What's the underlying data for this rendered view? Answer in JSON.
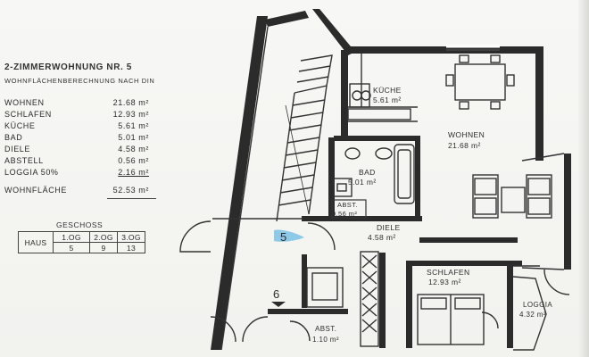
{
  "header": {
    "title": "2-ZIMMERWOHNUNG NR. 5",
    "subtitle": "WOHNFLÄCHENBERECHNUNG NACH DIN"
  },
  "areas": [
    {
      "room": "WOHNEN",
      "value": "21.68 m²"
    },
    {
      "room": "SCHLAFEN",
      "value": "12.93 m²"
    },
    {
      "room": "KÜCHE",
      "value": "5.61 m²"
    },
    {
      "room": "BAD",
      "value": "5.01 m²"
    },
    {
      "room": "DIELE",
      "value": "4.58 m²"
    },
    {
      "room": "ABSTELL",
      "value": "0.56 m²"
    },
    {
      "room": "LOGGIA 50%",
      "value": "2.16 m²"
    }
  ],
  "total": {
    "label": "WOHNFLÄCHE",
    "value": "52.53 m²"
  },
  "geschoss": {
    "title": "GESCHOSS",
    "row_label": "HAUS",
    "levels": [
      "1.OG",
      "2.OG",
      "3.OG"
    ],
    "numbers": [
      "5",
      "9",
      "13"
    ]
  },
  "rooms": {
    "kueche": {
      "name": "KÜCHE",
      "area": "5.61 m²"
    },
    "wohnen": {
      "name": "WOHNEN",
      "area": "21.68 m²"
    },
    "bad": {
      "name": "BAD",
      "area": "5.01 m²"
    },
    "abst_small": {
      "name": "ABST.",
      "area": "0.56 m²"
    },
    "diele": {
      "name": "DIELE",
      "area": "4.58 m²"
    },
    "schlafen": {
      "name": "SCHLAFEN",
      "area": "12.93 m²"
    },
    "loggia": {
      "name": "LOGGIA",
      "area": "4.32 m²"
    },
    "abst_lower": {
      "name": "ABST.",
      "area": "1.10 m²"
    }
  },
  "markers": {
    "unit_5": "5",
    "unit_6": "6"
  },
  "colors": {
    "ink": "#2a2a2a",
    "highlight": "#3aa7e0",
    "paper": "#f4f4f1"
  }
}
